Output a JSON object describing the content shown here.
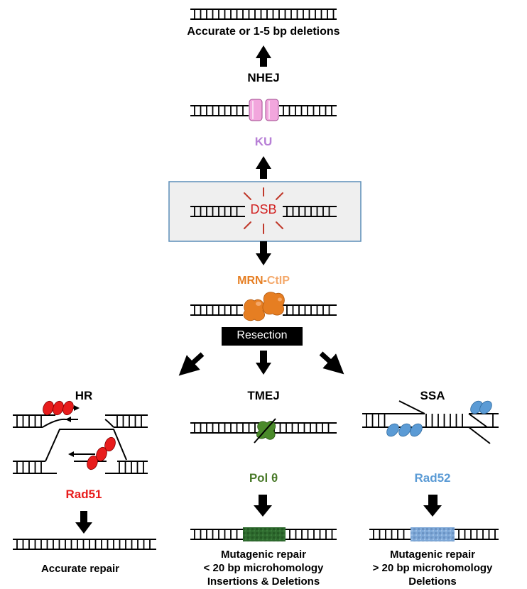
{
  "top": {
    "outcome": "Accurate or 1-5 bp deletions",
    "pathway": "NHEJ",
    "factor": "KU"
  },
  "center": {
    "break": "DSB",
    "factor_a": "MRN",
    "factor_sep": "-",
    "factor_b": "CtIP",
    "step": "Resection"
  },
  "hr": {
    "pathway": "HR",
    "factor": "Rad51",
    "outcome": "Accurate repair"
  },
  "tmej": {
    "pathway": "TMEJ",
    "factor": "Pol θ",
    "outcome_line1": "Mutagenic repair",
    "outcome_line2": "< 20 bp microhomology",
    "outcome_line3": "Insertions & Deletions"
  },
  "ssa": {
    "pathway": "SSA",
    "factor": "Rad52",
    "outcome_line1": "Mutagenic repair",
    "outcome_line2": "> 20 bp microhomology",
    "outcome_line3": "Deletions"
  },
  "colors": {
    "ku": "#b77fd6",
    "ku_protein": "#f2a6dd",
    "dsb": "#d11f1f",
    "mrn": "#e67e22",
    "ctip": "#f4a86a",
    "rad51": "#e81c1c",
    "pol_theta": "#4a7a2a",
    "rad52": "#5b9bd5",
    "box_fill": "#efefef",
    "box_border": "#5b8db8"
  }
}
